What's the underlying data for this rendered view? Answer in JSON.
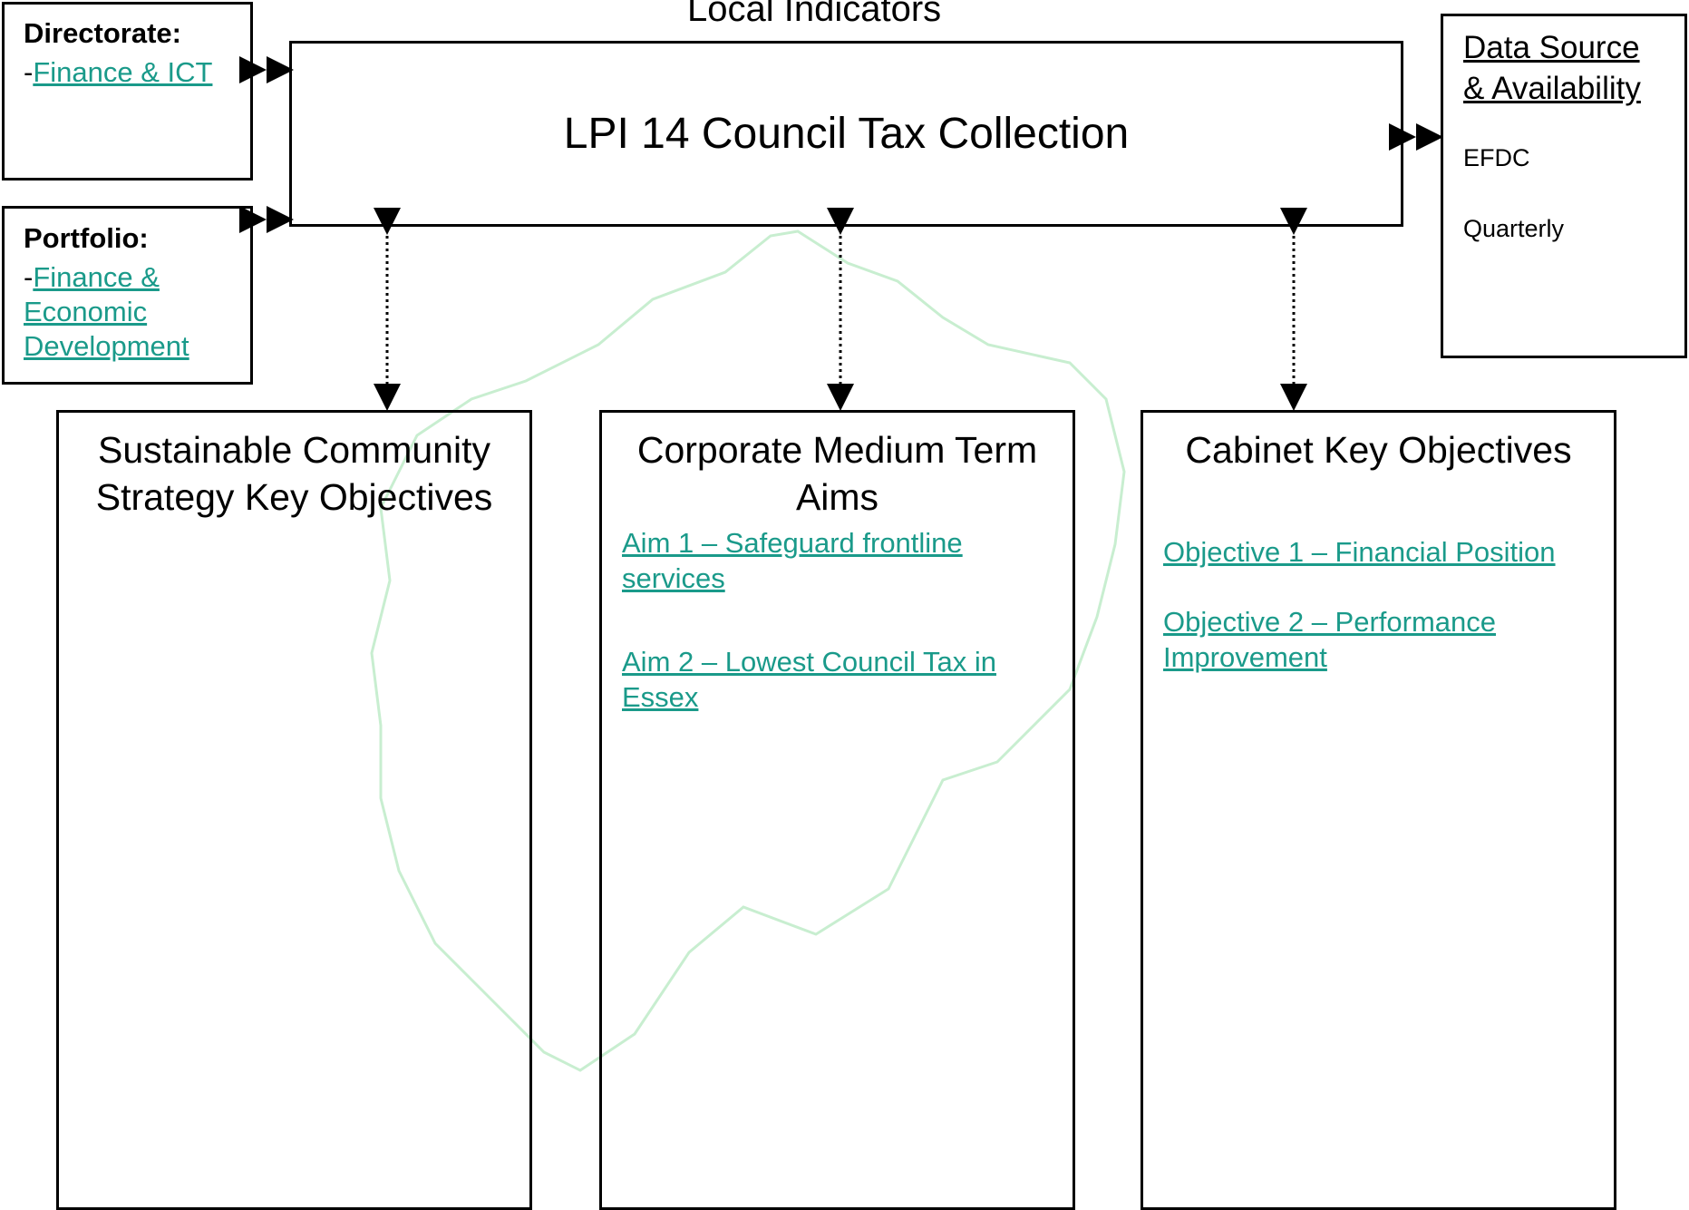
{
  "header": {
    "section_title": "Local Indicators"
  },
  "indicator": {
    "title": "LPI 14 Council Tax Collection"
  },
  "directorate": {
    "label": "Directorate:",
    "prefix": "-",
    "link": "Finance & ICT"
  },
  "portfolio": {
    "label": "Portfolio:",
    "prefix": "-",
    "link": "Finance & Economic Development"
  },
  "data_source": {
    "heading_line1": "Data Source",
    "heading_line2": "& Availability",
    "source": "EFDC",
    "frequency": "Quarterly"
  },
  "columns": {
    "community": {
      "title_line1": "Sustainable Community",
      "title_line2": "Strategy Key Objectives"
    },
    "corporate": {
      "title_line1": "Corporate Medium Term",
      "title_line2": "Aims",
      "links": [
        "Aim 1 – Safeguard frontline services",
        "Aim 2 – Lowest Council Tax in Essex"
      ]
    },
    "cabinet": {
      "title": "Cabinet Key Objectives",
      "links": [
        "Objective 1 – Financial Position",
        "Objective 2 – Performance Improvement"
      ]
    }
  },
  "colors": {
    "link": "#1a9a8a",
    "watermark": "#c8eed0",
    "border": "#000000"
  }
}
